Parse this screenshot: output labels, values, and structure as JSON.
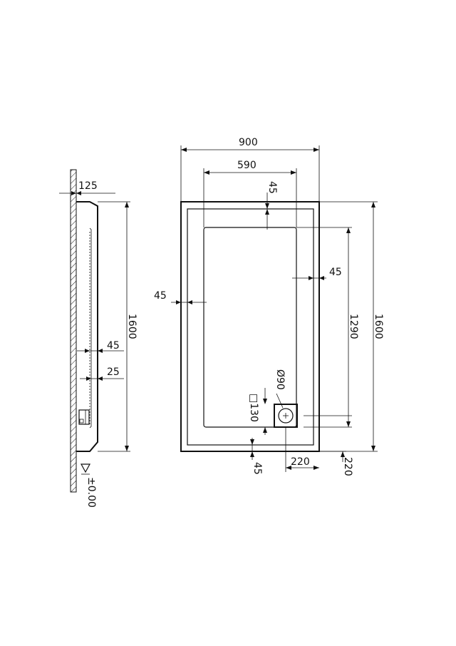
{
  "side_view": {
    "wall_thickness_label": "125",
    "height_label": "1600",
    "rim_label": "45",
    "base_label": "25",
    "floor_level_label": "±0.00"
  },
  "plan_view": {
    "overall_width_label": "900",
    "inner_width_label": "590",
    "top_rim_label": "45",
    "right_rim_label": "45",
    "left_rim_label": "45",
    "inner_length_label": "1290",
    "overall_length_label": "1600",
    "drain_diameter_label": "Ø90",
    "drain_box_label": "□130",
    "bottom_rim_label": "45",
    "drain_offset_x_label": "220",
    "drain_offset_y_label": "220"
  }
}
